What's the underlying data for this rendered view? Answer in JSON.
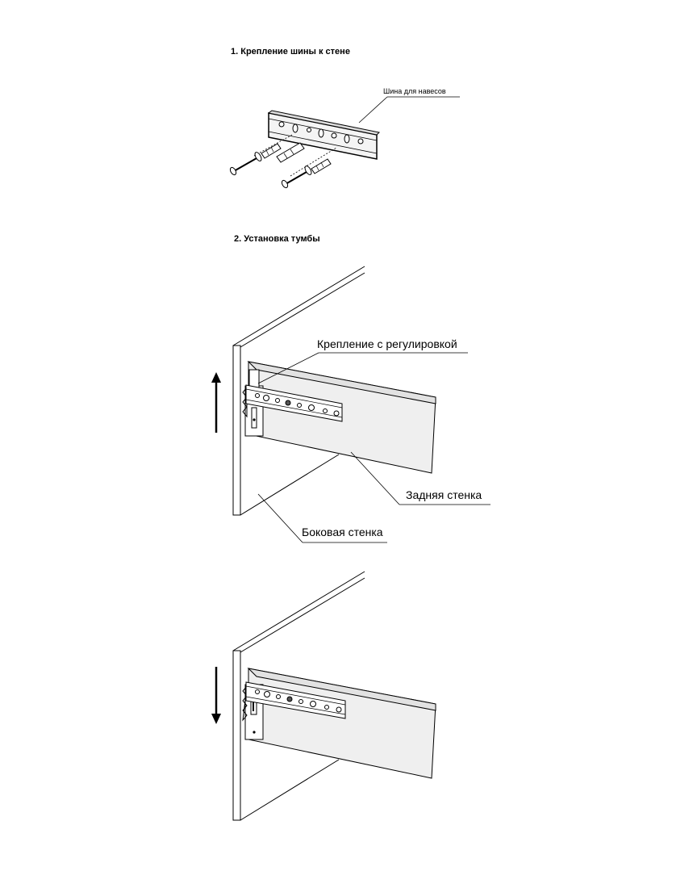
{
  "step1": {
    "title": "1. Крепление шины к стене",
    "rail_label": "Шина для навесов"
  },
  "step2": {
    "title": "2. Установка тумбы",
    "adjust_label": "Крепление с регулировкой",
    "back_wall_label": "Задняя стенка",
    "side_wall_label": "Боковая стенка"
  },
  "arrows": {
    "first": "up-arrow-icon",
    "second": "down-arrow-icon"
  }
}
